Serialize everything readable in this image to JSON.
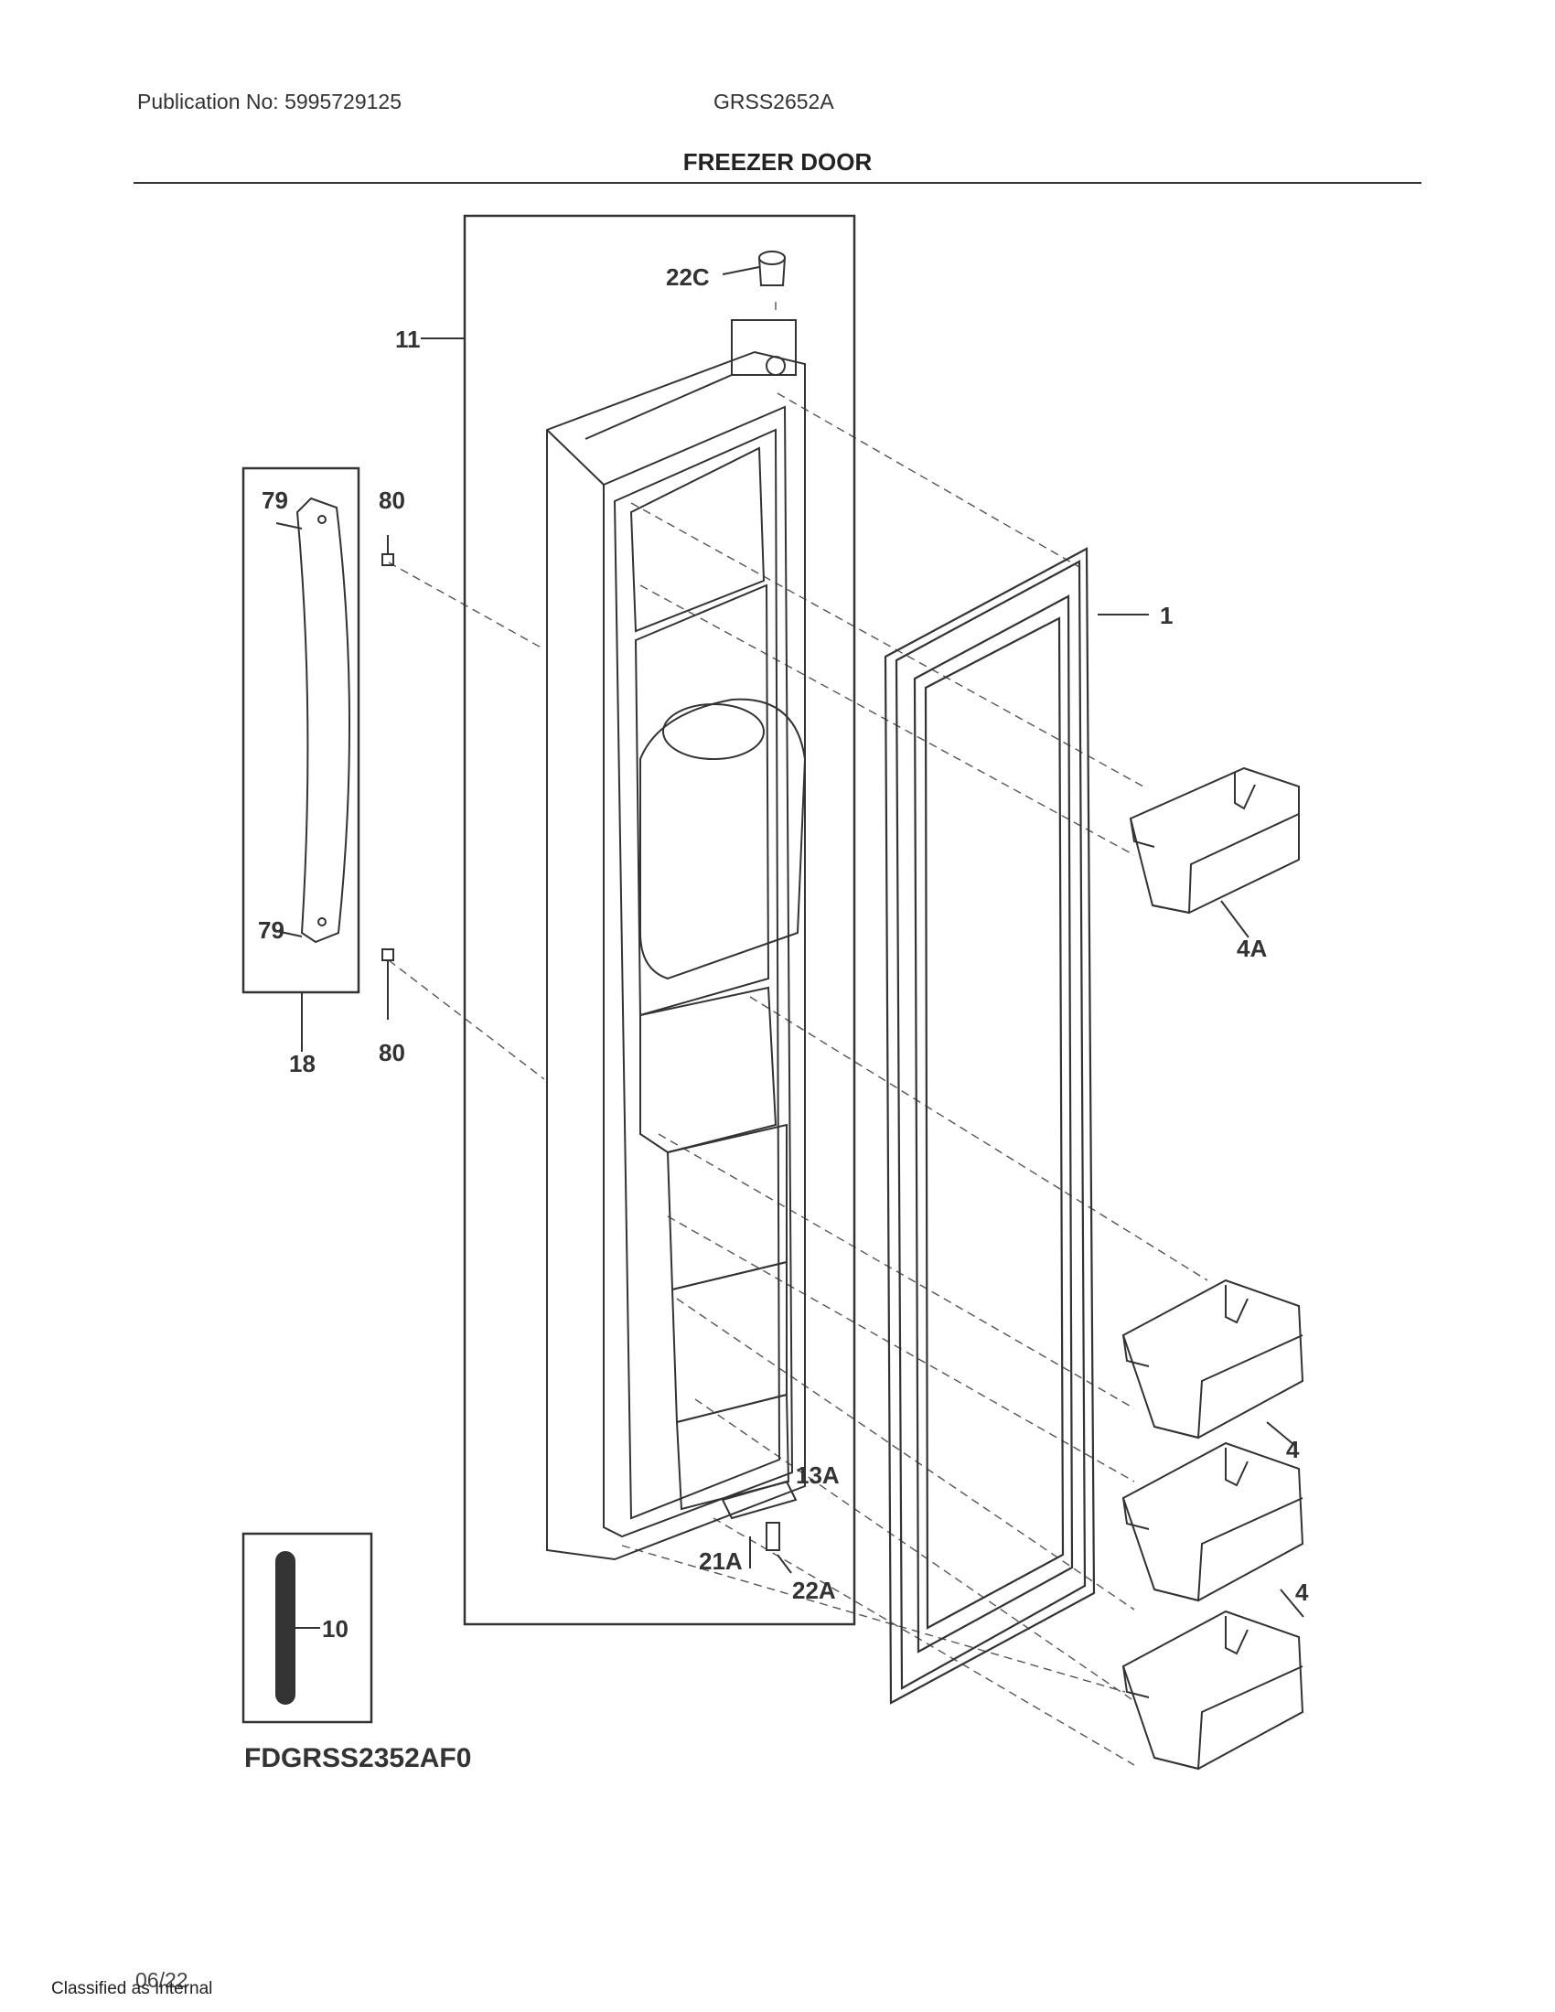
{
  "header": {
    "publication": "Publication No: 5995729125",
    "model": "GRSS2652A"
  },
  "title": "FREEZER DOOR",
  "parts": {
    "p22C": "22C",
    "p11": "11",
    "p1": "1",
    "p79a": "79",
    "p80a": "80",
    "p79b": "79",
    "p80b": "80",
    "p18": "18",
    "p4A": "4A",
    "p13A": "13A",
    "p21A": "21A",
    "p22A": "22A",
    "p4a": "4",
    "p4b": "4",
    "p10": "10"
  },
  "diagram_code": "FDGRSS2352AF0",
  "footer": {
    "date": "06/22",
    "classification": "Classified as Internal"
  }
}
